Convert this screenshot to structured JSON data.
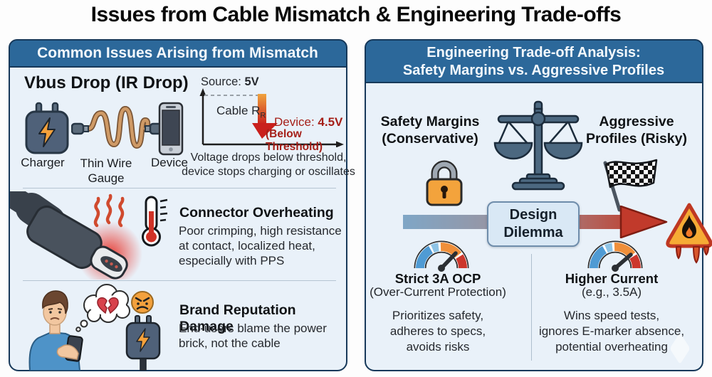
{
  "title": "Issues from Cable Mismatch & Engineering Trade-offs",
  "colors": {
    "header_blue": "#2c689a",
    "panel_border_navy": "#17395a",
    "panel_bg": "#e9f1f9",
    "alert_red": "#a51f18",
    "accent_orange": "#f4a13b",
    "gauge_blue": "#4f9bd4",
    "gauge_orange": "#ef8f3a",
    "gauge_red": "#cc372c",
    "arrow_gradient_left": "#7fa6c6",
    "arrow_gradient_right": "#bc4a3c"
  },
  "icons": [
    "charger-icon",
    "thin-wire-icon",
    "smartphone-icon",
    "voltage-drop-arrow-icon",
    "usbc-connector-hot-icon",
    "heat-waves-icon",
    "thermometer-icon",
    "frustrated-user-icon",
    "thought-bubble-broken-heart-icon",
    "angry-emoji-icon",
    "power-brick-icon",
    "balance-scale-icon",
    "padlock-icon",
    "checkered-flag-icon",
    "tradeoff-arrow-icon",
    "fire-warning-sign-icon",
    "gauge-icon",
    "sparkle-watermark"
  ],
  "left_panel": {
    "header": "Common Issues Arising from Mismatch",
    "vbus": {
      "heading": "Vbus Drop (IR Drop)",
      "charger_label": "Charger",
      "wire_label": "Thin Wire\nGauge",
      "device_label": "Device",
      "graph": {
        "source_label": "Source: ",
        "source_value": "5V",
        "cable_label": "Cable R",
        "cable_sub": "R",
        "device_label": "Device: ",
        "device_value": "4.5V",
        "below_threshold": "(Below Threshold)",
        "caption": "Voltage drops below threshold,\ndevice stops charging or oscillates"
      }
    },
    "overheating": {
      "heading": "Connector Overheating",
      "body": "Poor crimping, high resistance\nat contact, localized heat,\nespecially with PPS"
    },
    "reputation": {
      "heading": "Brand Reputation Damage",
      "body": "End-users blame the power\nbrick, not the cable"
    }
  },
  "right_panel": {
    "header": "Engineering Trade-off Analysis:\nSafety Margins vs. Aggressive Profiles",
    "dilemma": "Design\nDilemma",
    "safe_option": {
      "label": "Safety Margins\n(Conservative)",
      "title": "Strict 3A OCP",
      "subtitle": "(Over-Current Protection)",
      "points": "Prioritizes safety,\nadheres to specs,\navoids risks"
    },
    "risky_option": {
      "label": "Aggressive\nProfiles (Risky)",
      "title": "Higher Current",
      "subtitle": "(e.g., 3.5A)",
      "points": "Wins speed tests,\nignores E-marker absence,\npotential overheating"
    }
  }
}
